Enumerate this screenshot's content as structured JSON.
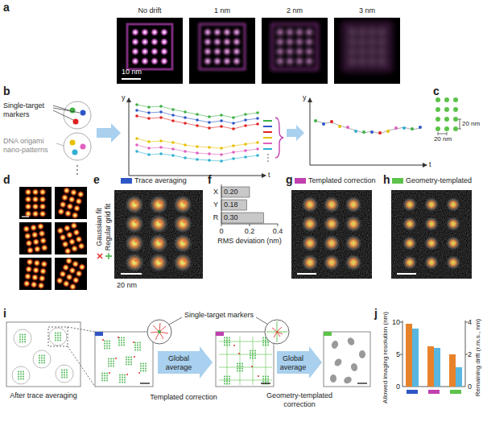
{
  "diagram": {
    "labels": [
      "a",
      "No drift",
      "1 nm",
      "2 nm",
      "3 nm",
      "10 nm",
      "b",
      "Single-target markers",
      "DNA origami nano-patterns",
      "y",
      "t",
      "y",
      "t",
      "c",
      "20 nm",
      "20 nm",
      "d",
      "e",
      "20 nm",
      "f",
      "X",
      "Y",
      "R",
      "0.20",
      "0.18",
      "0.30",
      "0",
      "0.2",
      "0.4",
      "RMS deviation (nm)",
      "g",
      "h",
      "i",
      "After trace averaging",
      "Single-target markers",
      "Global average",
      "Templated correction",
      "Global average",
      "Geometry-templated correction",
      "j",
      "Allowed imaging resolution (nm)",
      "Remaining drift (r.m.s., nm)",
      "0",
      "5",
      "10",
      "0",
      "2",
      "4"
    ],
    "legend": [
      {
        "text": "Trace averaging",
        "color": "#2e56c4"
      },
      {
        "text": "Gaussian fit"
      },
      {
        "text": "Regular grid fit"
      },
      {
        "text": "Templated correction",
        "color": "#c040b0"
      },
      {
        "text": "Geometry-templated",
        "color": "#5cc24a"
      }
    ]
  }
}
